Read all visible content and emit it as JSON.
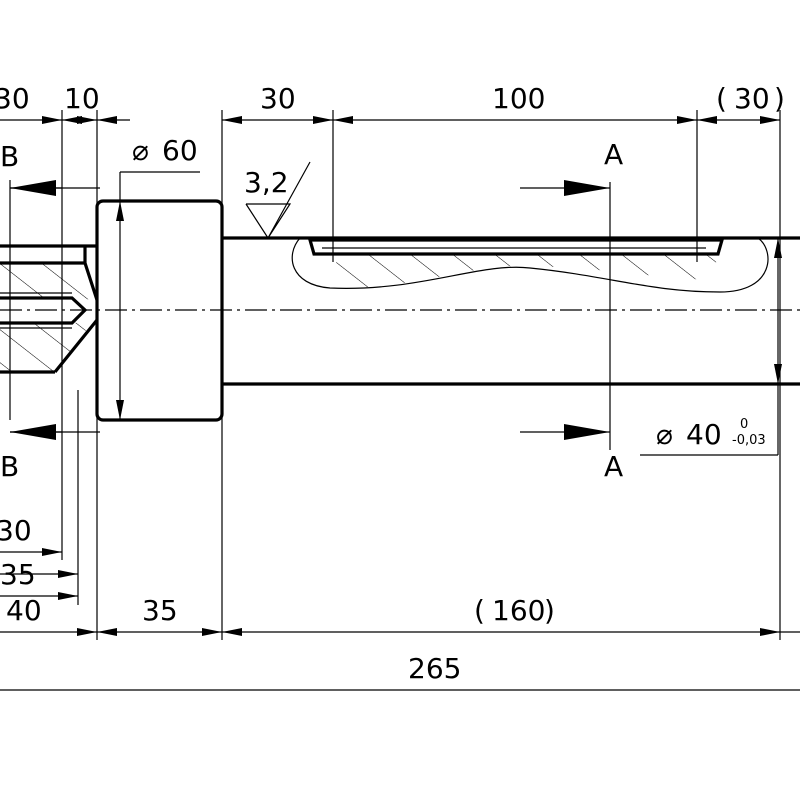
{
  "drawing": {
    "dimensions": {
      "d_30_top_left": "30",
      "d_10": "10",
      "d_30": "30",
      "d_100": "100",
      "d_30_ref": "30",
      "dia_60": "60",
      "d_30_left": "30",
      "d_35_left": "35",
      "d_40": "40",
      "d_35": "35",
      "d_160": "160",
      "d_265": "265",
      "dia_40": "40",
      "dia_40_tol_upper": "0",
      "dia_40_tol_lower": "-0,03"
    },
    "roughness": "3,2",
    "sections": {
      "a_top": "A",
      "a_bottom": "A",
      "b_top": "B",
      "b_bottom": "B"
    }
  }
}
